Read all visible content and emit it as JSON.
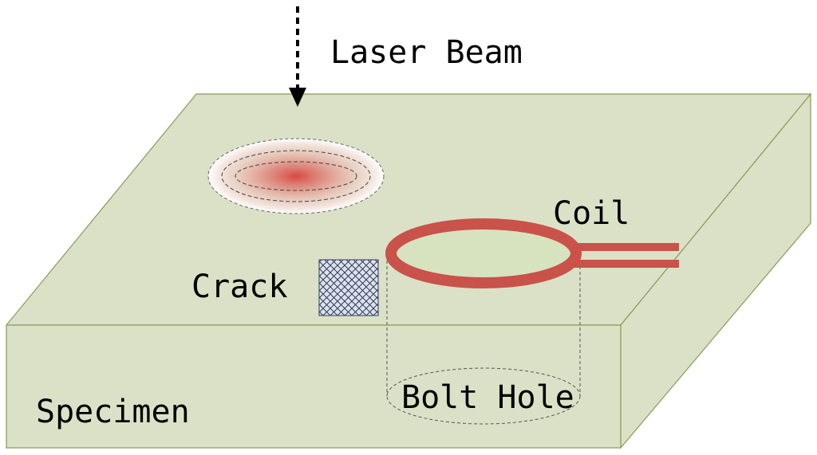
{
  "labels": {
    "laser_beam": "Laser Beam",
    "coil": "Coil",
    "crack": "Crack",
    "bolt_hole": "Bolt Hole",
    "specimen": "Specimen"
  },
  "colors": {
    "specimen_fill": "#dbe1c6",
    "specimen_edge": "#8a9a5b",
    "coil": "#c9524a",
    "coil_inner": "#d7e3bf",
    "laser_spot": "#d8403a",
    "crack_fill": "#d9dee8",
    "crack_hatch": "#3b4a6b"
  },
  "icons": {
    "laser_arrow": "dashed-arrow-down-icon",
    "laser_spot": "gaussian-spot-icon",
    "crack": "crosshatch-square-icon",
    "coil": "loop-coil-icon"
  }
}
